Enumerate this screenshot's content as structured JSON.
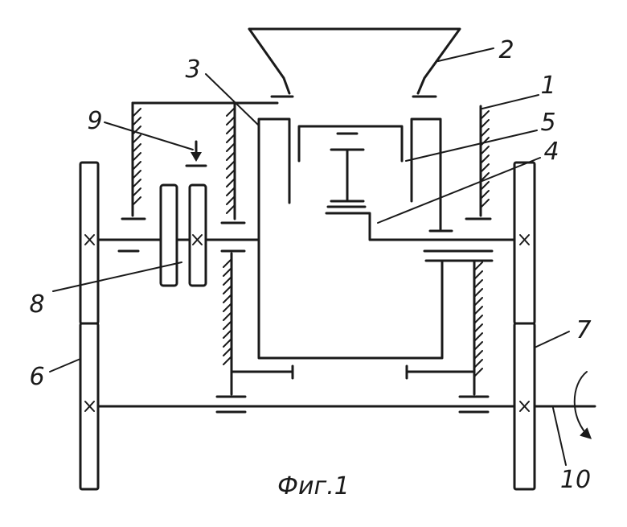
{
  "figure": {
    "caption": "Фиг.1"
  },
  "labels": {
    "l1": "1",
    "l2": "2",
    "l3": "3",
    "l4": "4",
    "l5": "5",
    "l6": "6",
    "l7": "7",
    "l8": "8",
    "l9": "9",
    "l10": "10"
  },
  "colors": {
    "ink": "#1a1a1a",
    "paper": "#ffffff"
  }
}
